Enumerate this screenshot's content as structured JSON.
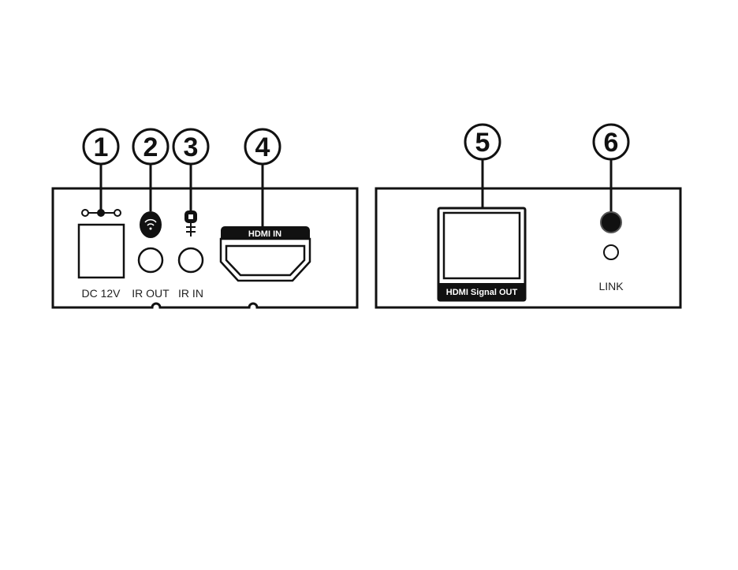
{
  "callouts": [
    "1",
    "2",
    "3",
    "4",
    "5",
    "6"
  ],
  "left_panel": {
    "dc_label": "DC 12V",
    "ir_out_label": "IR OUT",
    "ir_in_label": "IR IN",
    "hdmi_in_label": "HDMI IN"
  },
  "right_panel": {
    "hdmi_out_label": "HDMI Signal OUT",
    "link_label": "LINK"
  },
  "colors": {
    "ink": "#111111",
    "background": "#ffffff"
  }
}
